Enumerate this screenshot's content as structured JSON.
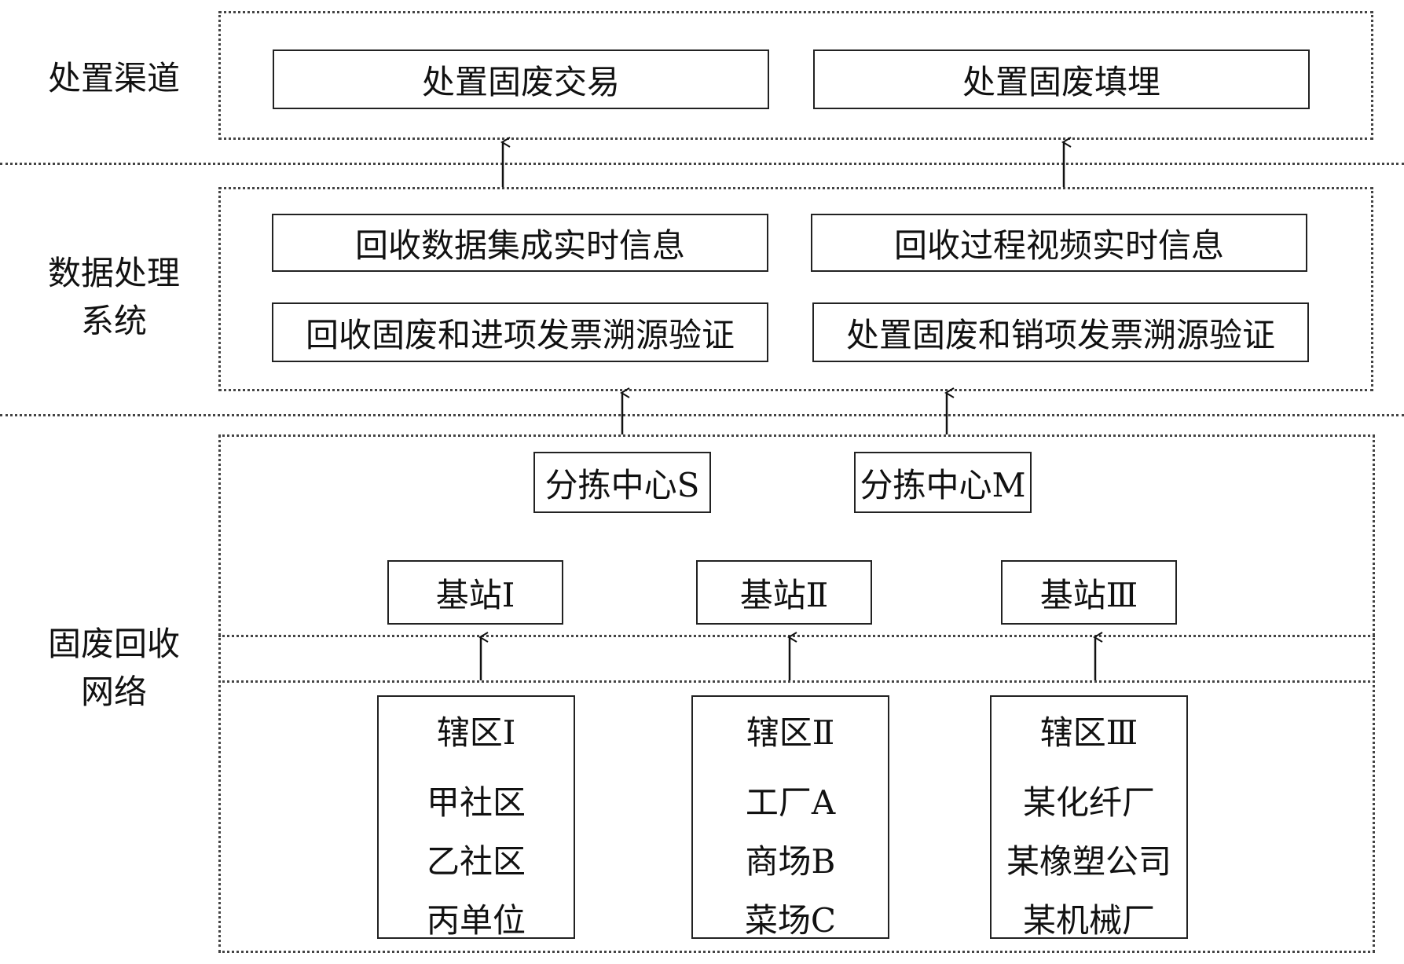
{
  "layers": {
    "disposal": {
      "label": "处置渠道"
    },
    "data_processing": {
      "label_line1": "数据处理",
      "label_line2": "系统"
    },
    "collection": {
      "label_line1": "固废回收",
      "label_line2": "网络"
    }
  },
  "disposal": {
    "trade": "处置固废交易",
    "landfill": "处置固废填埋"
  },
  "data_processing": {
    "integration": "回收数据集成实时信息",
    "video": "回收过程视频实时信息",
    "input_invoice": "回收固废和进项发票溯源验证",
    "output_invoice": "处置固废和销项发票溯源验证"
  },
  "sorting_centers": {
    "s": "分拣中心S",
    "m": "分拣中心M"
  },
  "base_stations": {
    "b1": "基站Ⅰ",
    "b2": "基站Ⅱ",
    "b3": "基站Ⅲ"
  },
  "districts": [
    {
      "title": "辖区Ⅰ",
      "items": [
        "甲社区",
        "乙社区",
        "丙单位"
      ]
    },
    {
      "title": "辖区Ⅱ",
      "items": [
        "工厂A",
        "商场B",
        "菜场C"
      ]
    },
    {
      "title": "辖区Ⅲ",
      "items": [
        "某化纤厂",
        "某橡塑公司",
        "某机械厂"
      ]
    }
  ]
}
